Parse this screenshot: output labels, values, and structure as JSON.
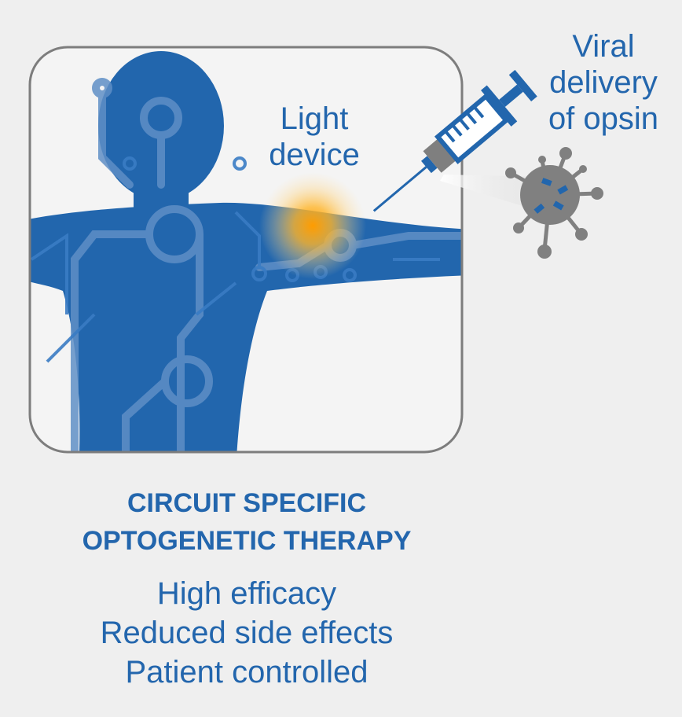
{
  "labels": {
    "light_device": [
      "Light",
      "device"
    ],
    "viral_delivery": [
      "Viral",
      "delivery",
      "of opsin"
    ]
  },
  "heading": {
    "line1": "CIRCUIT SPECIFIC",
    "line2": "OPTOGENETIC THERAPY"
  },
  "benefits": [
    "High efficacy",
    "Reduced side effects",
    "Patient controlled"
  ],
  "colors": {
    "background": "#efefef",
    "body_blue": "#2266ad",
    "text_blue": "#2366ad",
    "virus_gray": "#808080",
    "glow": "#ffb000"
  }
}
